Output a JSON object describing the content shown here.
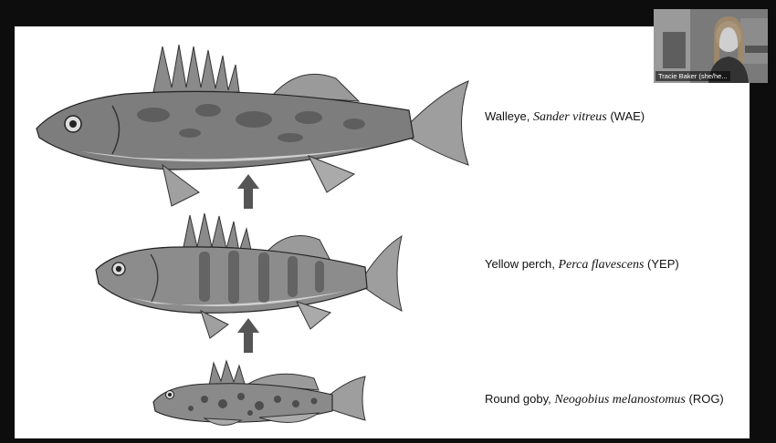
{
  "slide": {
    "species": [
      {
        "common": "Walleye, ",
        "scientific": "Sander vitreus",
        "code": " (WAE)"
      },
      {
        "common": "Yellow perch, ",
        "scientific": "Perca flavescens",
        "code": " (YEP)"
      },
      {
        "common": "Round goby, ",
        "scientific": "Neogobius melanostomus",
        "code": " (ROG)"
      }
    ]
  },
  "video": {
    "participant_name": "Tracie Baker (she/he..."
  },
  "colors": {
    "arrow": "#555555",
    "slide_bg": "#ffffff",
    "frame_bg": "#0d0d0d"
  }
}
